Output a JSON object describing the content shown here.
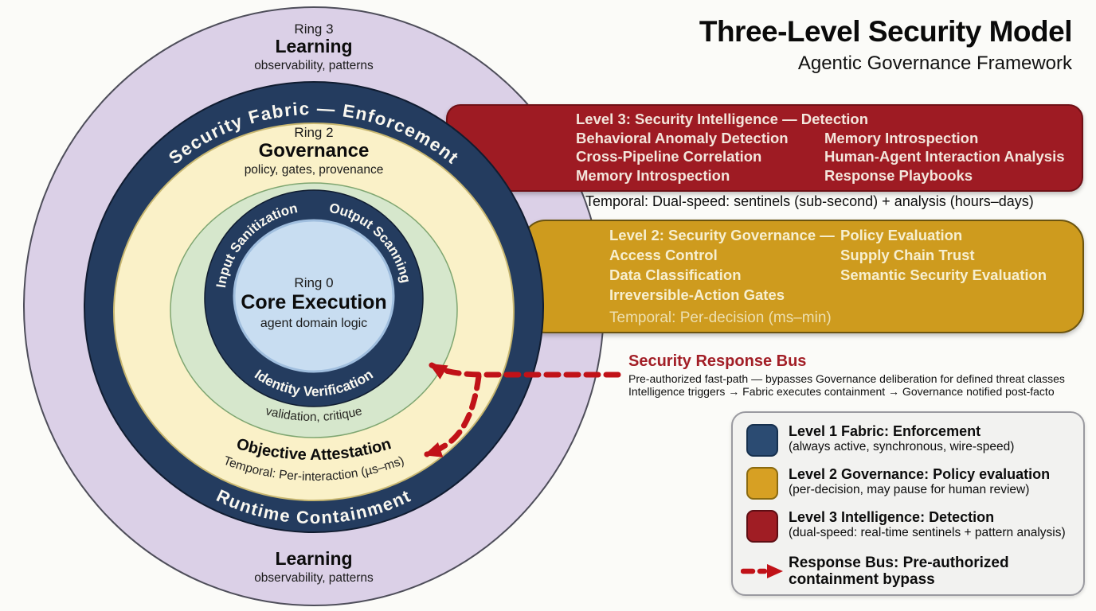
{
  "header": {
    "title": "Three-Level Security Model",
    "subtitle": "Agentic Governance Framework"
  },
  "diagram": {
    "ring3": {
      "label": "Ring 3",
      "title": "Learning",
      "subtitle": "observability, patterns"
    },
    "ring3_bottom": {
      "title": "Learning",
      "subtitle": "observability, patterns"
    },
    "fabric_ring": {
      "top": "Security Fabric — Enforcement",
      "bottom": "Runtime Containment"
    },
    "ring2": {
      "label": "Ring 2",
      "title": "Governance",
      "subtitle": "policy, gates, provenance"
    },
    "attestation": {
      "title": "Objective Attestation",
      "temporal": "Temporal: Per-interaction (µs–ms)"
    },
    "validation_ring": {
      "bottom": "validation, critique"
    },
    "inner_ring": {
      "top_left": "Input Sanitization",
      "top_right": "Output Scanning",
      "bottom": "Identity Verification"
    },
    "ring0": {
      "label": "Ring 0",
      "title": "Core Execution",
      "subtitle": "agent domain logic"
    }
  },
  "level3_box": {
    "header": "Level 3: Security Intelligence — Detection",
    "col1": [
      "Behavioral Anomaly Detection",
      "Cross-Pipeline Correlation",
      "Memory Introspection"
    ],
    "col2": [
      "Memory Introspection",
      "Human-Agent Interaction Analysis",
      "Response Playbooks"
    ],
    "temporal": "Temporal: Dual-speed: sentinels (sub-second) + analysis (hours–days)"
  },
  "level2_box": {
    "header_left": "Level 2: Security Governance —",
    "header_right": "Policy Evaluation",
    "col1": [
      "Access Control",
      "Data Classification",
      "Irreversible-Action Gates"
    ],
    "col2": [
      "Supply Chain Trust",
      "Semantic Security Evaluation"
    ],
    "temporal": "Temporal: Per-decision (ms–min)"
  },
  "response_bus": {
    "title": "Security Response Bus",
    "line1": "Pre-authorized fast-path — bypasses Governance deliberation for defined threat classes",
    "line2": "Intelligence triggers → Fabric executes containment → Governance notified post-facto"
  },
  "legend": {
    "items": [
      {
        "title": "Level 1 Fabric: Enforcement",
        "subtitle": "(always active, synchronous, wire-speed)"
      },
      {
        "title": "Level 2 Governance: Policy evaluation",
        "subtitle": "(per-decision, may pause for human review)"
      },
      {
        "title": "Level 3 Intelligence: Detection",
        "subtitle": "(dual-speed: real-time sentinels + pattern analysis)"
      },
      {
        "title": "Response Bus: Pre-authorized containment bypass"
      }
    ]
  },
  "colors": {
    "level1_navy": "#243C5F",
    "level2_gold": "#CE9B1E",
    "level3_red": "#9E1B23",
    "ring3_lavender": "#DBD0E7",
    "governance_cream": "#FAF1C8",
    "validation_green": "#D6E7CC",
    "core_blue": "#C8DDF1",
    "response_bus_red": "#C11218"
  }
}
